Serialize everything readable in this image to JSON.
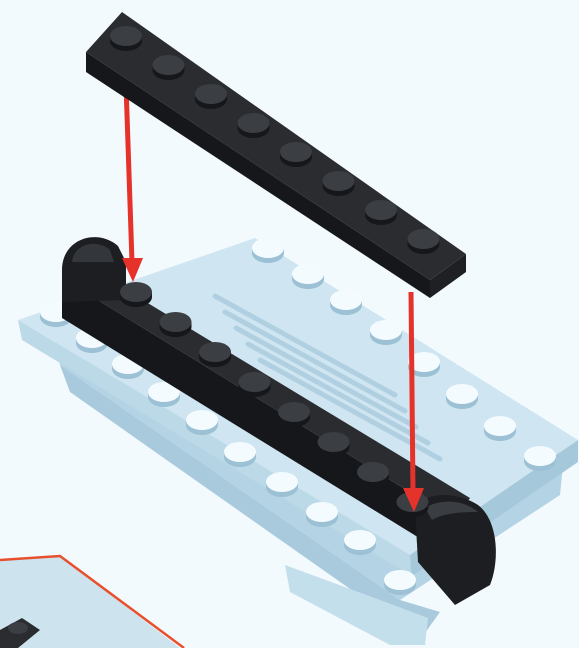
{
  "illustration": {
    "colors": {
      "background": "#f3fafd",
      "light_brick_top": "#cfe6f2",
      "light_brick_side": "#b4d3e4",
      "light_brick_dark": "#9cc0d4",
      "stud_light": "#f4fbff",
      "dark_plate_top": "#2a2c30",
      "dark_plate_side": "#16171a",
      "stud_dark": "#3b3e43",
      "arrow": "#e5322a",
      "inset_panel": "#cde4ef",
      "inset_border": "#e8502d"
    },
    "upper_plate_studs": 8,
    "lower_plate_studs": 8,
    "arrows": 2
  }
}
